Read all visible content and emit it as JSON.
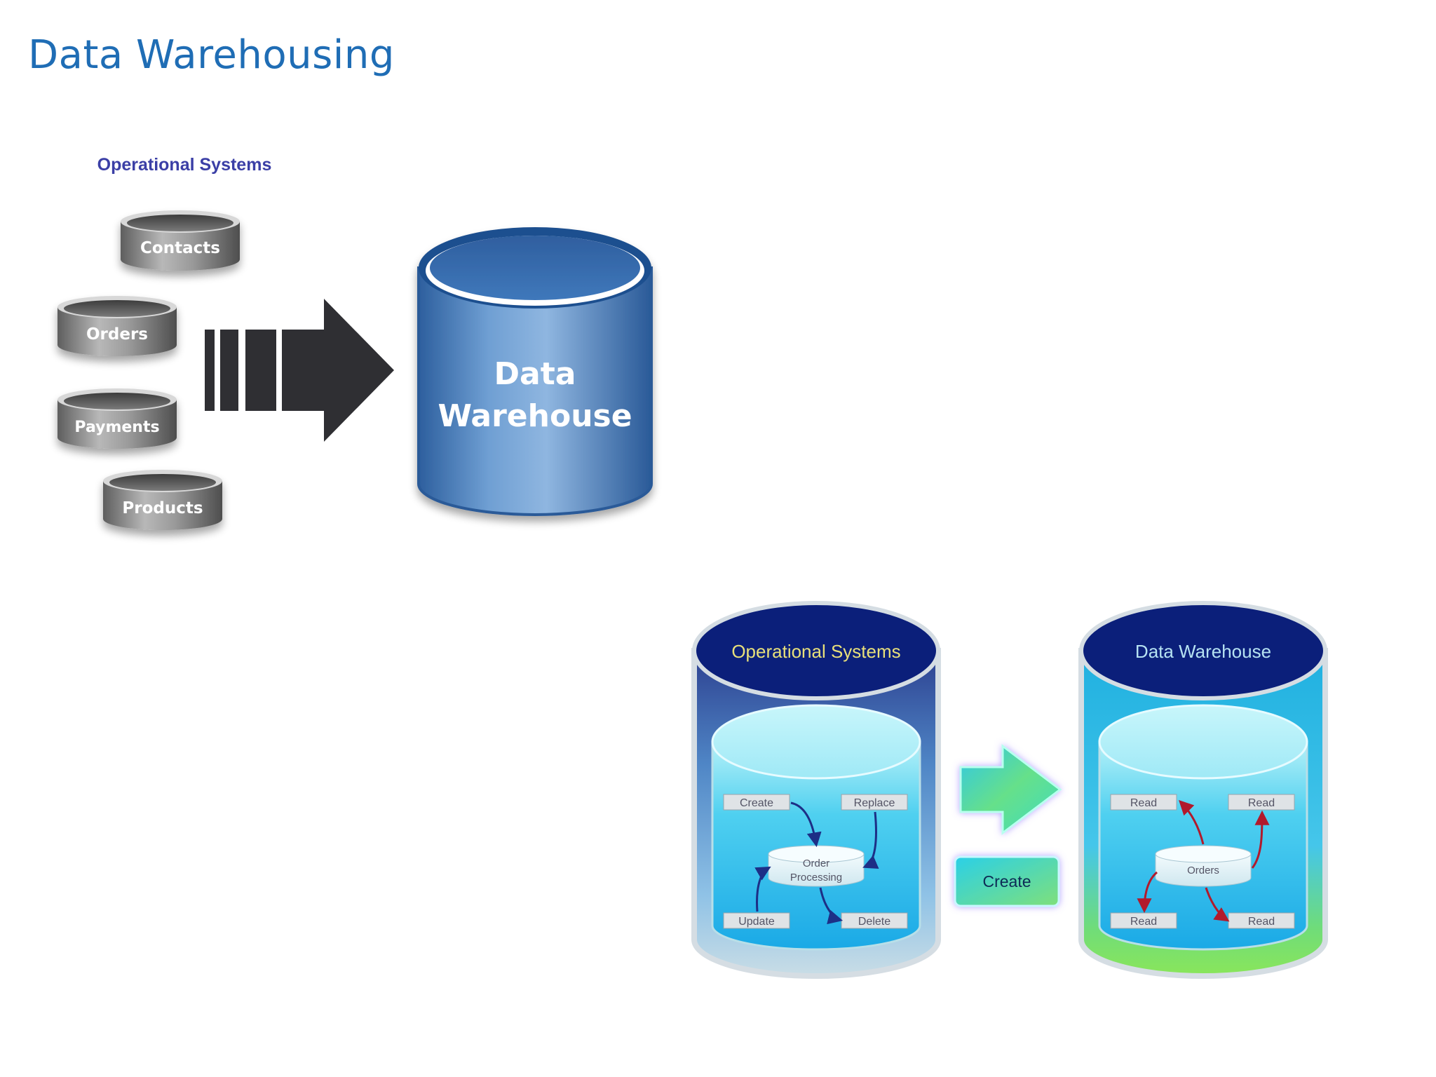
{
  "slide": {
    "title": "Data Warehousing"
  },
  "diagram_top": {
    "heading": "Operational Systems",
    "sources": [
      "Contacts",
      "Orders",
      "Payments",
      "Products"
    ],
    "target_line1": "Data",
    "target_line2": "Warehouse"
  },
  "diagram_bottom": {
    "left_title": "Operational Systems",
    "left_center_line1": "Order",
    "left_center_line2": "Processing",
    "left_ops": [
      "Create",
      "Replace",
      "Update",
      "Delete"
    ],
    "action_label": "Create",
    "right_title": "Data Warehouse",
    "right_center": "Orders",
    "right_ops": [
      "Read",
      "Read",
      "Read",
      "Read"
    ]
  },
  "colors": {
    "title": "#1f6db5",
    "heading": "#3b3fa6",
    "warehouse_blue": "#3f74b3",
    "navy_lid": "#0b1f7a",
    "arrow_dark": "#2f2f33"
  }
}
